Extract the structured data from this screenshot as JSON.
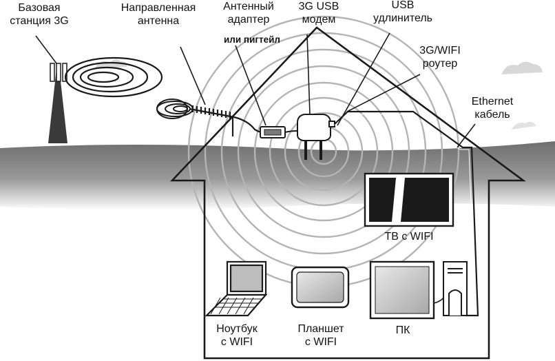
{
  "labels": {
    "base_station": [
      "Базовая",
      "станция 3G"
    ],
    "antenna": [
      "Направленная",
      "антенна"
    ],
    "adapter": [
      "Антенный",
      "адаптер"
    ],
    "pigtail": "или пигтейл",
    "modem": [
      "3G USB",
      "модем"
    ],
    "usb_ext": [
      "USB",
      "удлинитель"
    ],
    "router": [
      "3G/WIFI",
      "роутер"
    ],
    "ethernet": [
      "Ethernet",
      "кабель"
    ],
    "tv": "ТВ с WIFI",
    "laptop": [
      "Ноутбук",
      "с WIFI"
    ],
    "tablet": [
      "Планшет",
      "с WIFI"
    ],
    "pc": "ПК"
  },
  "colors": {
    "ground": "#8c8c8c",
    "sky_cloud": "#dcdcdc",
    "outline": "#1a1a1a",
    "waves": "#b4b4b4",
    "screen_gray": "#bdbdbd"
  }
}
